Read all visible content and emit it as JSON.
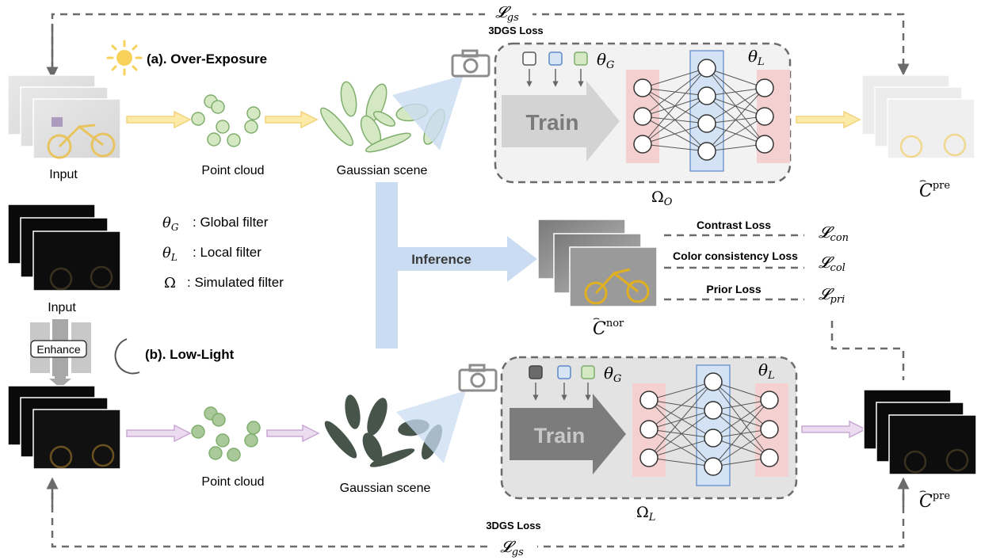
{
  "top": {
    "title": "(a). Over-Exposure",
    "loss_label": "3DGS Loss",
    "loss_symbol": "𝓛",
    "loss_sub": "gs",
    "input_label": "Input",
    "point_cloud_label": "Point cloud",
    "gaussian_label": "Gaussian scene",
    "train_label": "Train",
    "theta_g": "θ",
    "theta_g_sub": "G",
    "theta_l": "θ",
    "theta_l_sub": "L",
    "omega": "Ω",
    "omega_sub": "O",
    "output_label": "C",
    "output_sup": "pre"
  },
  "legend": {
    "g_sym": "θ",
    "g_sub": "G",
    "g_text": ": Global filter",
    "l_sym": "θ",
    "l_sub": "L",
    "l_text": ": Local filter",
    "o_sym": "Ω",
    "o_text": ": Simulated filter"
  },
  "middle": {
    "inference_label": "Inference",
    "output_label": "C",
    "output_sup": "nor",
    "losses": [
      {
        "label": "Contrast Loss",
        "symbol": "𝓛",
        "sub": "con"
      },
      {
        "label": "Color consistency Loss",
        "symbol": "𝓛",
        "sub": "col"
      },
      {
        "label": "Prior Loss",
        "symbol": "𝓛",
        "sub": "pri"
      }
    ]
  },
  "bottom": {
    "title": "(b). Low-Light",
    "input_label": "Input",
    "enhance_label": "Enhance",
    "point_cloud_label": "Point cloud",
    "gaussian_label": "Gaussian scene",
    "train_label": "Train",
    "theta_g": "θ",
    "theta_g_sub": "G",
    "theta_l": "θ",
    "theta_l_sub": "L",
    "omega": "Ω",
    "omega_sub": "L",
    "output_label": "C",
    "output_sup": "pre",
    "loss_label": "3DGS Loss",
    "loss_symbol": "𝓛",
    "loss_sub": "gs"
  },
  "colors": {
    "arrow_yellow": "#f2d27a",
    "arrow_purple": "#d4b8dc",
    "arrow_blue": "#c9dcf1",
    "green_fill": "#d4e8c4",
    "green_stroke": "#7fae6c",
    "dark_blob": "#46544a",
    "pink_layer": "#f5d0d0",
    "blue_layer": "#d3e2f5",
    "dash_gray": "#6b6b6b"
  }
}
